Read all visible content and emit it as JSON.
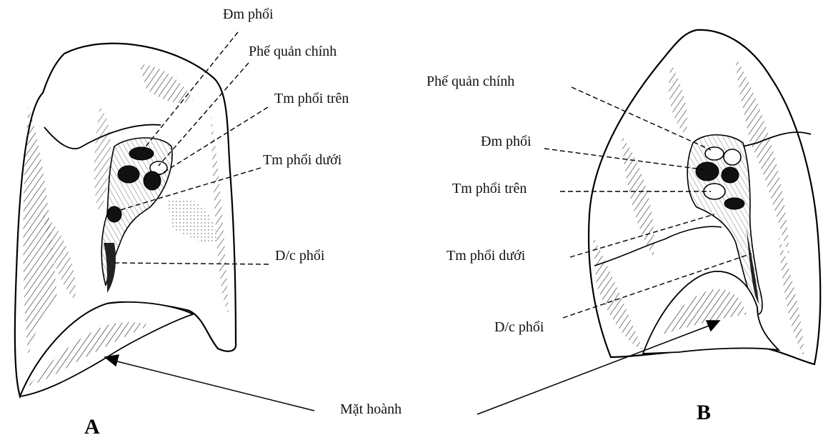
{
  "figure": {
    "panel_a": {
      "letter": "A",
      "labels": {
        "dm_phoi": "Đm phổi",
        "phe_quan_chinh": "Phế quản chính",
        "tm_phoi_tren": "Tm phổi trên",
        "tm_phoi_duoi": "Tm phổi dưới",
        "dc_phoi": "D/c phổi"
      }
    },
    "panel_b": {
      "letter": "B",
      "labels": {
        "phe_quan_chinh": "Phế quản chính",
        "dm_phoi": "Đm phổi",
        "tm_phoi_tren": "Tm phổi trên",
        "tm_phoi_duoi": "Tm phổi dưới",
        "dc_phoi": "D/c phổi"
      }
    },
    "shared_label": "Mặt hoành"
  }
}
